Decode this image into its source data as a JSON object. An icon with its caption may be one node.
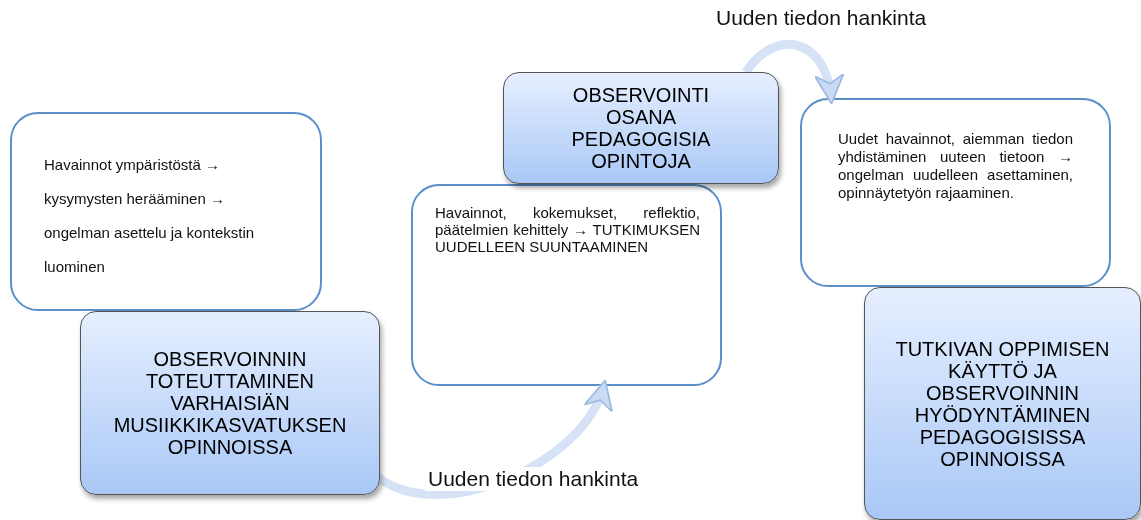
{
  "diagram": {
    "nodes": [
      {
        "text": [
          "Havainnot ympäristöstä → kysymysten herääminen → ongelman asettelu ja kontekstin luominen"
        ]
      },
      {
        "text": [
          "OBSERVOINNIN TOTEUTTAMINEN VARHAISIÄN MUSIIKKIKASVATUKSEN OPINNOISSA"
        ]
      },
      {
        "text": [
          "OBSERVOINTI OSANA PEDAGOGISIA OPINTOJA"
        ]
      },
      {
        "text": [
          "Havainnot, kokemukset, reflektio, päätelmien kehittely → TUTKIMUKSEN UUDELLEEN SUUNTAAMINEN"
        ]
      },
      {
        "text": [
          "Uudet havainnot, aiemman tiedon yhdistäminen uuteen tietoon → ongelman uudelleen asettaminen, opinnäytetyön rajaaminen."
        ]
      },
      {
        "text": [
          "TUTKIVAN OPPIMISEN KÄYTTÖ JA OBSERVOINNIN HYÖDYNTÄMINEN PEDAGOGISISSA OPINNOISSA"
        ]
      }
    ],
    "edges": [
      {
        "from": 1,
        "to": 3,
        "arrow": "to",
        "label": "Uuden tiedon hankinta"
      },
      {
        "from": 2,
        "to": 4,
        "arrow": "to",
        "label": "Uuden tiedon hankinta"
      }
    ]
  }
}
